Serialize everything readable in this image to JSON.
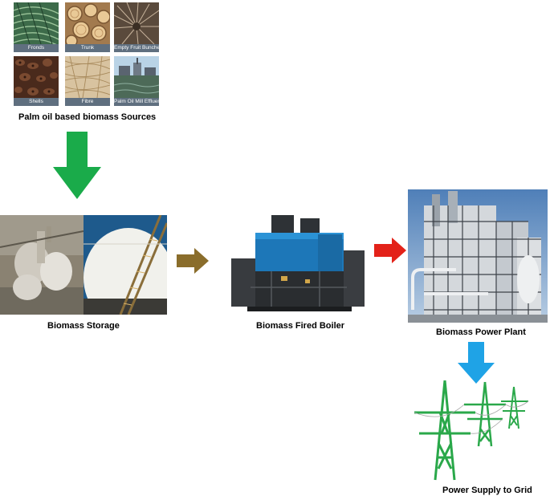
{
  "sources": {
    "tiles": [
      {
        "caption": "Fronds",
        "icon": "fronds-icon"
      },
      {
        "caption": "Trunk",
        "icon": "trunk-icon"
      },
      {
        "caption": "Empty Fruit Bunches",
        "icon": "empty-fruit-bunches-icon"
      },
      {
        "caption": "Shells",
        "icon": "shells-icon"
      },
      {
        "caption": "Fibre",
        "icon": "fibre-icon"
      },
      {
        "caption": "Palm Oil Mill Effluent",
        "icon": "palm-oil-mill-effluent-icon"
      }
    ],
    "label": "Palm oil based biomass Sources"
  },
  "stages": {
    "storage": "Biomass Storage",
    "boiler": "Biomass Fired Boiler",
    "plant": "Biomass Power Plant",
    "grid": "Power Supply to Grid"
  },
  "colors": {
    "arrow_down_green": "#1aab4a",
    "arrow_right_brown": "#8a6d2b",
    "arrow_right_red": "#e32219",
    "arrow_down_blue": "#1fa3e6",
    "pylon_green": "#2aa84a",
    "caption_bar": "#5f6f7f"
  }
}
